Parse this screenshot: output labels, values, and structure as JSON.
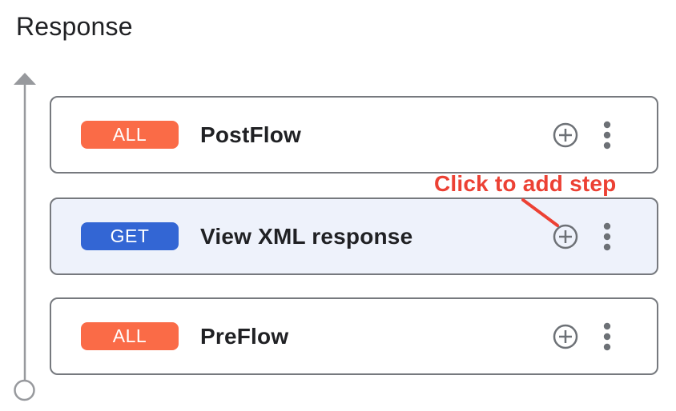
{
  "page": {
    "title": "Response",
    "background_color": "#ffffff"
  },
  "timeline": {
    "direction": "up",
    "color": "#97999D",
    "endpoint_shape": "open-circle"
  },
  "flows": {
    "card_border_color": "#76797E",
    "icon_color": "#6D7176",
    "cards": [
      {
        "method": "ALL",
        "method_color": "#FA6B47",
        "name": "PostFlow",
        "selected": false,
        "background": "#FFFFFF"
      },
      {
        "method": "GET",
        "method_color": "#3366D4",
        "name": "View XML response",
        "selected": true,
        "background": "#EEF2FB"
      },
      {
        "method": "ALL",
        "method_color": "#FA6B47",
        "name": "PreFlow",
        "selected": false,
        "background": "#FFFFFF"
      }
    ]
  },
  "annotation": {
    "label": "Click to add step",
    "color": "#EC4134"
  }
}
